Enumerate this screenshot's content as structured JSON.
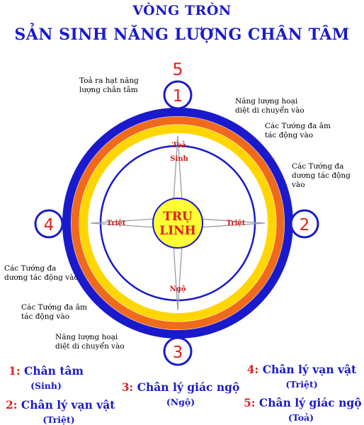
{
  "title_line1": "VÒNG TRÒN",
  "title_line2": "SẢN SINH NĂNG LƯỢNG CHÂN TÂM",
  "center_label": [
    "TRỤ",
    "LINH"
  ],
  "top_number": "5",
  "nodes": {
    "top": "1",
    "right": "2",
    "bottom": "3",
    "left": "4"
  },
  "inner_labels": {
    "toa": "Toả",
    "sinh": "Sinh",
    "triet_left": "Triệt",
    "triet_right": "Triệt",
    "ngo": "Ngộ"
  },
  "notes": {
    "top_left": [
      "Toả ra hạt năng",
      "lượng chân tâm"
    ],
    "right_1": [
      "Năng lượng hoại",
      "diệt di chuyển vào"
    ],
    "right_2": [
      "Các Tướng đa âm",
      "tác động vào"
    ],
    "right_3": [
      "Các Tướng đa",
      "dương tác động vào"
    ],
    "left_1": [
      "Các Tướng đa",
      "dương tác động vào"
    ],
    "left_2": [
      "Các Tướng đa âm",
      "tác động vào"
    ],
    "left_3": [
      "Năng lượng hoại",
      "diệt di chuyển vào"
    ]
  },
  "legend": [
    {
      "num": "1:",
      "text": "Chân tâm",
      "sub": "(Sinh)"
    },
    {
      "num": "2:",
      "text": "Chân lý vạn vật",
      "sub": "(Triệt)"
    },
    {
      "num": "3:",
      "text": "Chân lý giác ngộ",
      "sub": "(Ngộ)"
    },
    {
      "num": "4:",
      "text": "Chân lý vạn vật",
      "sub": "(Triệt)"
    },
    {
      "num": "5:",
      "text": "Chân lý giác ngộ",
      "sub": "(Toả)"
    }
  ],
  "colors": {
    "blue": "#1a1acc",
    "red": "#e02020",
    "orange": "#f06a1c",
    "yellow": "#ffd600",
    "gray_lines": "#9a9aaa"
  }
}
